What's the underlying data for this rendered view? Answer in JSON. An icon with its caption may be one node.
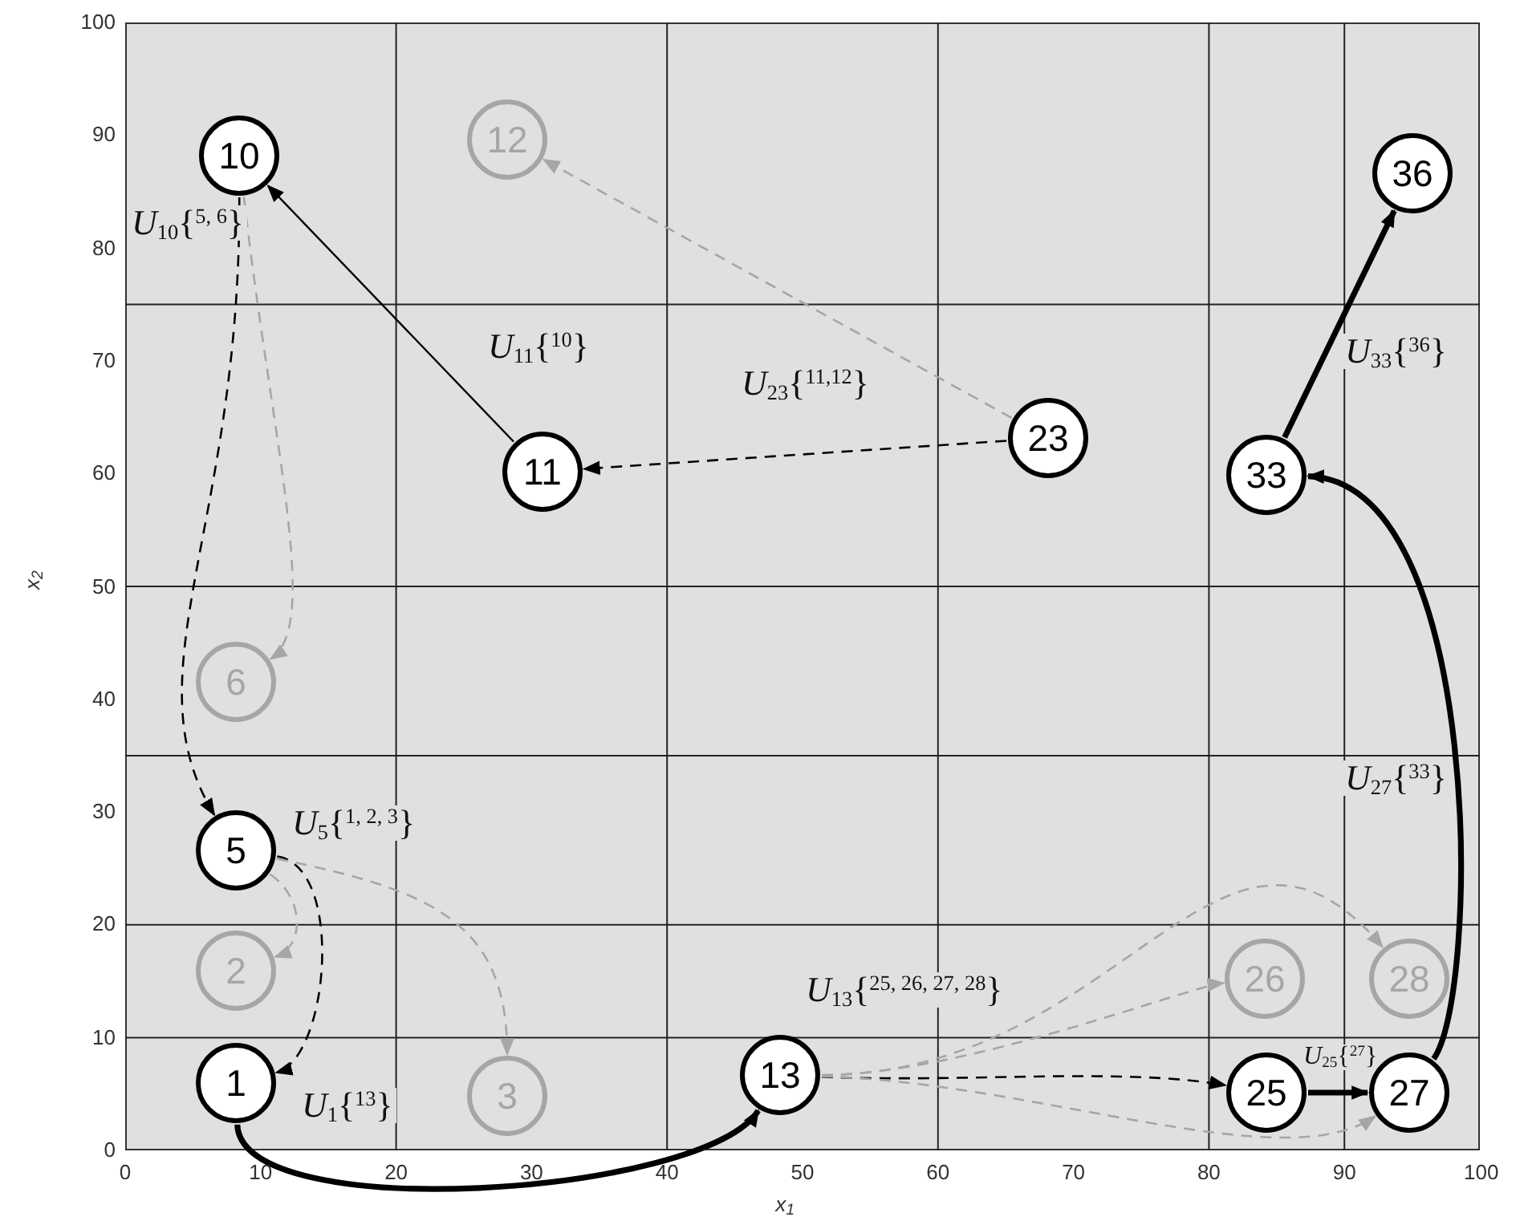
{
  "diagram": {
    "nodes": [
      {
        "text": [
          "10"
        ]
      },
      {
        "text": [
          "12"
        ]
      },
      {
        "text": [
          "36"
        ]
      },
      {
        "text": [
          "11"
        ]
      },
      {
        "text": [
          "23"
        ]
      },
      {
        "text": [
          "33"
        ]
      },
      {
        "text": [
          "6"
        ]
      },
      {
        "text": [
          "5"
        ]
      },
      {
        "text": [
          "2"
        ]
      },
      {
        "text": [
          "26"
        ]
      },
      {
        "text": [
          "28"
        ]
      },
      {
        "text": [
          "1"
        ]
      },
      {
        "text": [
          "3"
        ]
      },
      {
        "text": [
          "13"
        ]
      },
      {
        "text": [
          "25"
        ]
      },
      {
        "text": [
          "27"
        ]
      }
    ],
    "edges": [
      {
        "from": 0,
        "to": 7,
        "arrow": "to",
        "style": "dashed",
        "label": "*U*$_{10}${$^{5, 6}$}"
      },
      {
        "from": 0,
        "to": 6,
        "arrow": "to",
        "style": "dashed",
        "color": "#a6a6a6"
      },
      {
        "from": 3,
        "to": 0,
        "arrow": "to",
        "label": "*U*$_{11}${$^{10}$}"
      },
      {
        "from": 4,
        "to": 3,
        "arrow": "to",
        "style": "dashed",
        "label": "*U*$_{23}${$^{11,12}$}"
      },
      {
        "from": 4,
        "to": 1,
        "arrow": "to",
        "style": "dashed",
        "color": "#a6a6a6"
      },
      {
        "from": 5,
        "to": 2,
        "arrow": "to",
        "style": "thick",
        "label": "*U*$_{33}${$^{36}$}"
      },
      {
        "from": 7,
        "to": 11,
        "arrow": "to",
        "style": "dashed",
        "label": "*U*$_{5}${$^{1, 2, 3}$}"
      },
      {
        "from": 7,
        "to": 8,
        "arrow": "to",
        "style": "dashed",
        "color": "#a6a6a6"
      },
      {
        "from": 7,
        "to": 12,
        "arrow": "to",
        "style": "dashed",
        "color": "#a6a6a6"
      },
      {
        "from": 11,
        "to": 13,
        "arrow": "to",
        "style": "thick",
        "label": "*U*$_{1}${$^{13}$}"
      },
      {
        "from": 13,
        "to": 14,
        "arrow": "to",
        "style": "dashed",
        "label": "*U*$_{13}${$^{25, 26, 27, 28}$}"
      },
      {
        "from": 13,
        "to": 9,
        "arrow": "to",
        "style": "dashed",
        "color": "#a6a6a6"
      },
      {
        "from": 13,
        "to": 10,
        "arrow": "to",
        "style": "dashed",
        "color": "#a6a6a6"
      },
      {
        "from": 13,
        "to": 15,
        "arrow": "to",
        "style": "dashed",
        "color": "#a6a6a6"
      },
      {
        "from": 14,
        "to": 15,
        "arrow": "to",
        "style": "thick",
        "label": "*U*$_{25}${$^{27}$}"
      },
      {
        "from": 15,
        "to": 5,
        "arrow": "to",
        "style": "thick",
        "label": "*U*$_{27}${$^{33}$}"
      }
    ],
    "labels": [
      "100",
      "90",
      "80",
      "70",
      "60",
      "50",
      "40",
      "30",
      "20",
      "10",
      "0",
      "x$_{2}$",
      "0",
      "10",
      "20",
      "30",
      "40",
      "50",
      "60",
      "70",
      "80",
      "90",
      "100",
      "x$_{1}$"
    ]
  }
}
